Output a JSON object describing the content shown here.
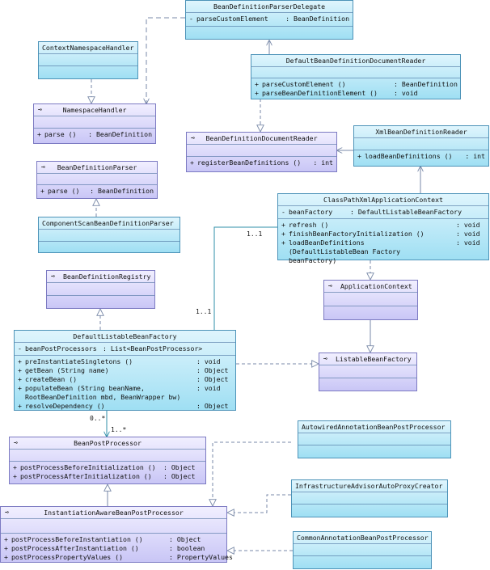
{
  "colors": {
    "class_fill": "#a8e2f5",
    "interface_fill": "#cfcdf6",
    "connector": "#7a8aa8",
    "assoc_line": "#2f8fa8"
  },
  "classes": {
    "parser_delegate": {
      "name": "BeanDefinitionParserDelegate",
      "methods": [
        {
          "vis": "-",
          "name": "parseCustomElement",
          "ret": ": BeanDefinition"
        }
      ]
    },
    "context_ns_handler": {
      "name": "ContextNamespaceHandler"
    },
    "namespace_handler": {
      "icon": "⊸",
      "name": "NamespaceHandler",
      "methods": [
        {
          "vis": "+",
          "name": "parse ()",
          "ret": ": BeanDefinition"
        }
      ]
    },
    "bd_parser": {
      "icon": "⊸",
      "name": "BeanDefinitionParser",
      "methods": [
        {
          "vis": "+",
          "name": "parse ()",
          "ret": ": BeanDefinition"
        }
      ]
    },
    "component_scan": {
      "name": "ComponentScanBeanDefinitionParser"
    },
    "default_doc_reader": {
      "name": "DefaultBeanDefinitionDocumentReader",
      "methods": [
        {
          "vis": "+",
          "name": "parseCustomElement ()",
          "ret": ": BeanDefinition"
        },
        {
          "vis": "+",
          "name": "parseBeanDefinitionElement ()",
          "ret": ": void"
        }
      ]
    },
    "doc_reader": {
      "icon": "⊸",
      "name": "BeanDefinitionDocumentReader",
      "methods": [
        {
          "vis": "+",
          "name": "registerBeanDefinitions ()",
          "ret": ": int"
        }
      ]
    },
    "xml_reader": {
      "name": "XmlBeanDefinitionReader",
      "methods": [
        {
          "vis": "+",
          "name": "loadBeanDefinitions ()",
          "ret": ": int"
        }
      ]
    },
    "cp_xml_ctx": {
      "name": "ClassPathXmlApplicationContext",
      "fields": [
        {
          "vis": "-",
          "name": "beanFactory",
          "ret": ": DefaultListableBeanFactory"
        }
      ],
      "methods": [
        {
          "vis": "+",
          "name": "refresh ()",
          "ret": ": void"
        },
        {
          "vis": "+",
          "name": "finishBeanFactoryInitialization ()",
          "ret": ": void"
        },
        {
          "vis": "+",
          "name": "loadBeanDefinitions (DefaultListableBean Factory beanFactory)",
          "ret": ": void"
        }
      ]
    },
    "app_ctx": {
      "icon": "⊸",
      "name": "ApplicationContext"
    },
    "bd_registry": {
      "icon": "⊸",
      "name": "BeanDefinitionRegistry"
    },
    "default_listable": {
      "name": "DefaultListableBeanFactory",
      "fields": [
        {
          "vis": "-",
          "name": "beanPostProcessors",
          "ret": ": List<BeanPostProcessor>"
        }
      ],
      "methods": [
        {
          "vis": "+",
          "name": "preInstantiateSingletons ()",
          "ret": ": void"
        },
        {
          "vis": "+",
          "name": "getBean (String name)",
          "ret": ": Object"
        },
        {
          "vis": "+",
          "name": "createBean ()",
          "ret": ": Object"
        },
        {
          "vis": "+",
          "name": "populateBean (String beanName, RootBeanDefinition mbd, BeanWrapper bw)",
          "ret": ": void"
        },
        {
          "vis": "+",
          "name": "resolveDependency ()",
          "ret": ": Object"
        }
      ]
    },
    "listable_bf": {
      "icon": "⊸",
      "name": "ListableBeanFactory"
    },
    "bpp": {
      "icon": "⊸",
      "name": "BeanPostProcessor",
      "methods": [
        {
          "vis": "+",
          "name": "postProcessBeforeInitialization ()",
          "ret": ": Object"
        },
        {
          "vis": "+",
          "name": "postProcessAfterInitialization ()",
          "ret": ": Object"
        }
      ]
    },
    "autowired_bpp": {
      "name": "AutowiredAnnotationBeanPostProcessor"
    },
    "infra_creator": {
      "name": "InfrastructureAdvisorAutoProxyCreator"
    },
    "ia_bpp": {
      "icon": "⊸",
      "name": "InstantiationAwareBeanPostProcessor",
      "methods": [
        {
          "vis": "+",
          "name": "postProcessBeforeInstantiation ()",
          "ret": ": Object"
        },
        {
          "vis": "+",
          "name": "postProcessAfterInstantiation ()",
          "ret": ": boolean"
        },
        {
          "vis": "+",
          "name": "postProcessPropertyValues ()",
          "ret": ": PropertyValues"
        }
      ]
    },
    "common_bpp": {
      "name": "CommonAnnotationBeanPostProcessor"
    }
  },
  "multiplicities": {
    "ctx_end": "1..1",
    "factory_end": "1..1",
    "bpp_field": "0..*",
    "bpp_target": "1..*"
  }
}
